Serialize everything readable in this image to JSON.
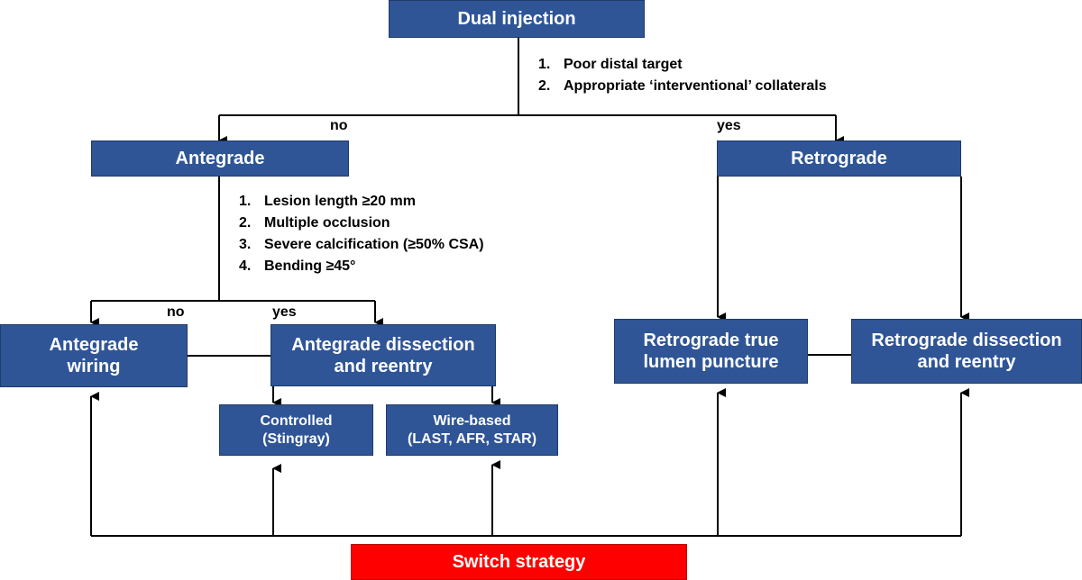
{
  "nodes": {
    "dual_injection": "Dual injection",
    "antegrade": "Antegrade",
    "retrograde": "Retrograde",
    "antegrade_wiring": "Antegrade\nwiring",
    "antegrade_dissection": "Antegrade dissection\nand reentry",
    "controlled": "Controlled\n(Stingray)",
    "wire_based": "Wire-based\n(LAST, AFR, STAR)",
    "retrograde_true": "Retrograde true\nlumen puncture",
    "retrograde_dissection": "Retrograde dissection\nand reentry",
    "switch_strategy": "Switch strategy"
  },
  "criteria_top": [
    {
      "num": "1.",
      "text": "Poor distal target"
    },
    {
      "num": "2.",
      "text": "Appropriate ‘interventional’ collaterals"
    }
  ],
  "criteria_antegrade": [
    {
      "num": "1.",
      "text": "Lesion length ≥20 mm"
    },
    {
      "num": "2.",
      "text": "Multiple occlusion"
    },
    {
      "num": "3.",
      "text": "Severe calcification (≥50% CSA)"
    },
    {
      "num": "4.",
      "text": "Bending ≥45°"
    }
  ],
  "branch_labels": {
    "top_no": "no",
    "top_yes": "yes",
    "ante_no": "no",
    "ante_yes": "yes"
  },
  "colors": {
    "box_fill": "#2f5597",
    "switch_fill": "#ff0000",
    "text_on_box": "#ffffff",
    "lines": "#000000"
  }
}
